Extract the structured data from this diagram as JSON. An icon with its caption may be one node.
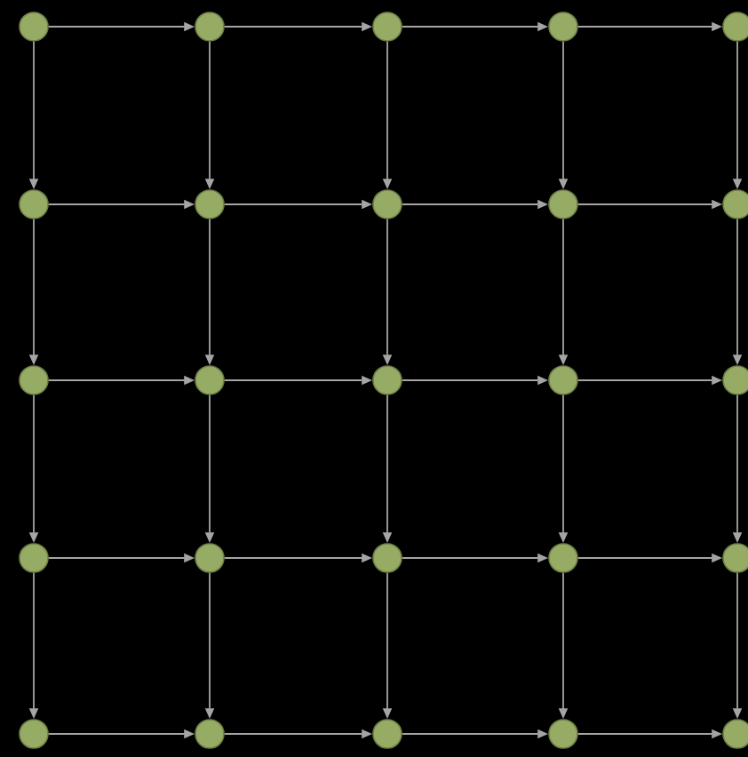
{
  "diagram": {
    "nodes": [
      {
        "text": [],
        "shape": "circle"
      },
      {
        "text": [],
        "shape": "circle"
      },
      {
        "text": [],
        "shape": "circle"
      },
      {
        "text": [],
        "shape": "circle"
      },
      {
        "text": [],
        "shape": "circle"
      },
      {
        "text": [],
        "shape": "circle"
      },
      {
        "text": [],
        "shape": "circle"
      },
      {
        "text": [],
        "shape": "circle"
      },
      {
        "text": [],
        "shape": "circle"
      },
      {
        "text": [],
        "shape": "circle"
      },
      {
        "text": [],
        "shape": "circle"
      },
      {
        "text": [],
        "shape": "circle"
      },
      {
        "text": [],
        "shape": "circle"
      },
      {
        "text": [],
        "shape": "circle"
      },
      {
        "text": [],
        "shape": "circle"
      },
      {
        "text": [],
        "shape": "circle"
      },
      {
        "text": [],
        "shape": "circle"
      },
      {
        "text": [],
        "shape": "circle"
      },
      {
        "text": [],
        "shape": "circle"
      },
      {
        "text": [],
        "shape": "circle"
      },
      {
        "text": [],
        "shape": "circle"
      },
      {
        "text": [],
        "shape": "circle"
      },
      {
        "text": [],
        "shape": "circle"
      },
      {
        "text": [],
        "shape": "circle"
      },
      {
        "text": [],
        "shape": "circle"
      }
    ],
    "edges": [
      {
        "from": 0,
        "to": 1,
        "arrow": "to"
      },
      {
        "from": 1,
        "to": 2,
        "arrow": "to"
      },
      {
        "from": 2,
        "to": 3,
        "arrow": "to"
      },
      {
        "from": 3,
        "to": 4,
        "arrow": "to"
      },
      {
        "from": 0,
        "to": 5,
        "arrow": "to"
      },
      {
        "from": 1,
        "to": 6,
        "arrow": "to"
      },
      {
        "from": 2,
        "to": 7,
        "arrow": "to"
      },
      {
        "from": 3,
        "to": 8,
        "arrow": "to"
      },
      {
        "from": 4,
        "to": 9,
        "arrow": "to"
      },
      {
        "from": 5,
        "to": 6,
        "arrow": "to"
      },
      {
        "from": 6,
        "to": 7,
        "arrow": "to"
      },
      {
        "from": 7,
        "to": 8,
        "arrow": "to"
      },
      {
        "from": 8,
        "to": 9,
        "arrow": "to"
      },
      {
        "from": 5,
        "to": 10,
        "arrow": "to"
      },
      {
        "from": 6,
        "to": 11,
        "arrow": "to"
      },
      {
        "from": 7,
        "to": 12,
        "arrow": "to"
      },
      {
        "from": 8,
        "to": 13,
        "arrow": "to"
      },
      {
        "from": 9,
        "to": 14,
        "arrow": "to"
      },
      {
        "from": 10,
        "to": 11,
        "arrow": "to"
      },
      {
        "from": 11,
        "to": 12,
        "arrow": "to"
      },
      {
        "from": 12,
        "to": 13,
        "arrow": "to"
      },
      {
        "from": 13,
        "to": 14,
        "arrow": "to"
      },
      {
        "from": 10,
        "to": 15,
        "arrow": "to"
      },
      {
        "from": 11,
        "to": 16,
        "arrow": "to"
      },
      {
        "from": 12,
        "to": 17,
        "arrow": "to"
      },
      {
        "from": 13,
        "to": 18,
        "arrow": "to"
      },
      {
        "from": 14,
        "to": 19,
        "arrow": "to"
      },
      {
        "from": 15,
        "to": 16,
        "arrow": "to"
      },
      {
        "from": 16,
        "to": 17,
        "arrow": "to"
      },
      {
        "from": 17,
        "to": 18,
        "arrow": "to"
      },
      {
        "from": 18,
        "to": 19,
        "arrow": "to"
      },
      {
        "from": 15,
        "to": 20,
        "arrow": "to"
      },
      {
        "from": 16,
        "to": 21,
        "arrow": "to"
      },
      {
        "from": 17,
        "to": 22,
        "arrow": "to"
      },
      {
        "from": 18,
        "to": 23,
        "arrow": "to"
      },
      {
        "from": 19,
        "to": 24,
        "arrow": "to"
      },
      {
        "from": 20,
        "to": 21,
        "arrow": "to"
      },
      {
        "from": 21,
        "to": 22,
        "arrow": "to"
      },
      {
        "from": 22,
        "to": 23,
        "arrow": "to"
      },
      {
        "from": 23,
        "to": 24,
        "arrow": "to"
      }
    ]
  }
}
